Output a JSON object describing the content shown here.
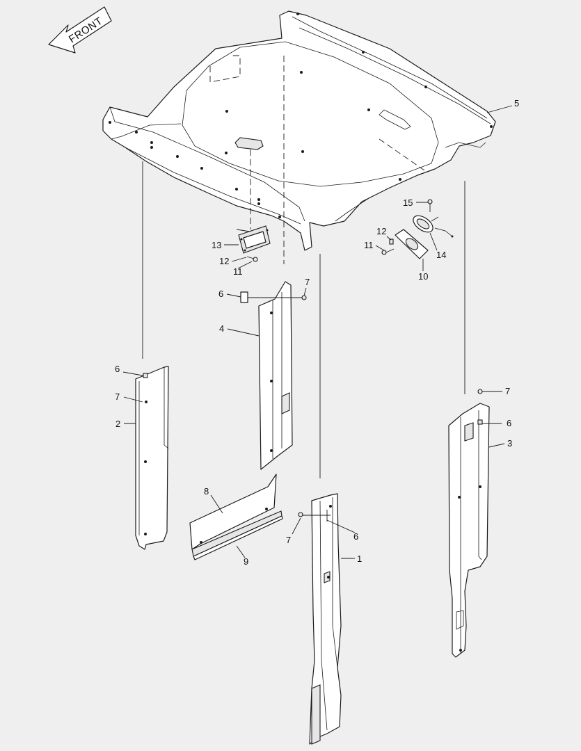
{
  "direction_label": "FRONT",
  "callouts": {
    "c1": "1",
    "c2": "2",
    "c3": "3",
    "c4": "4",
    "c5": "5",
    "c6a": "6",
    "c6b": "6",
    "c6c": "6",
    "c6d": "6",
    "c7a": "7",
    "c7b": "7",
    "c7c": "7",
    "c7d": "7",
    "c8": "8",
    "c9": "9",
    "c10": "10",
    "c11a": "11",
    "c11b": "11",
    "c12a": "12",
    "c12b": "12",
    "c13": "13",
    "c14": "14",
    "c15": "15"
  }
}
